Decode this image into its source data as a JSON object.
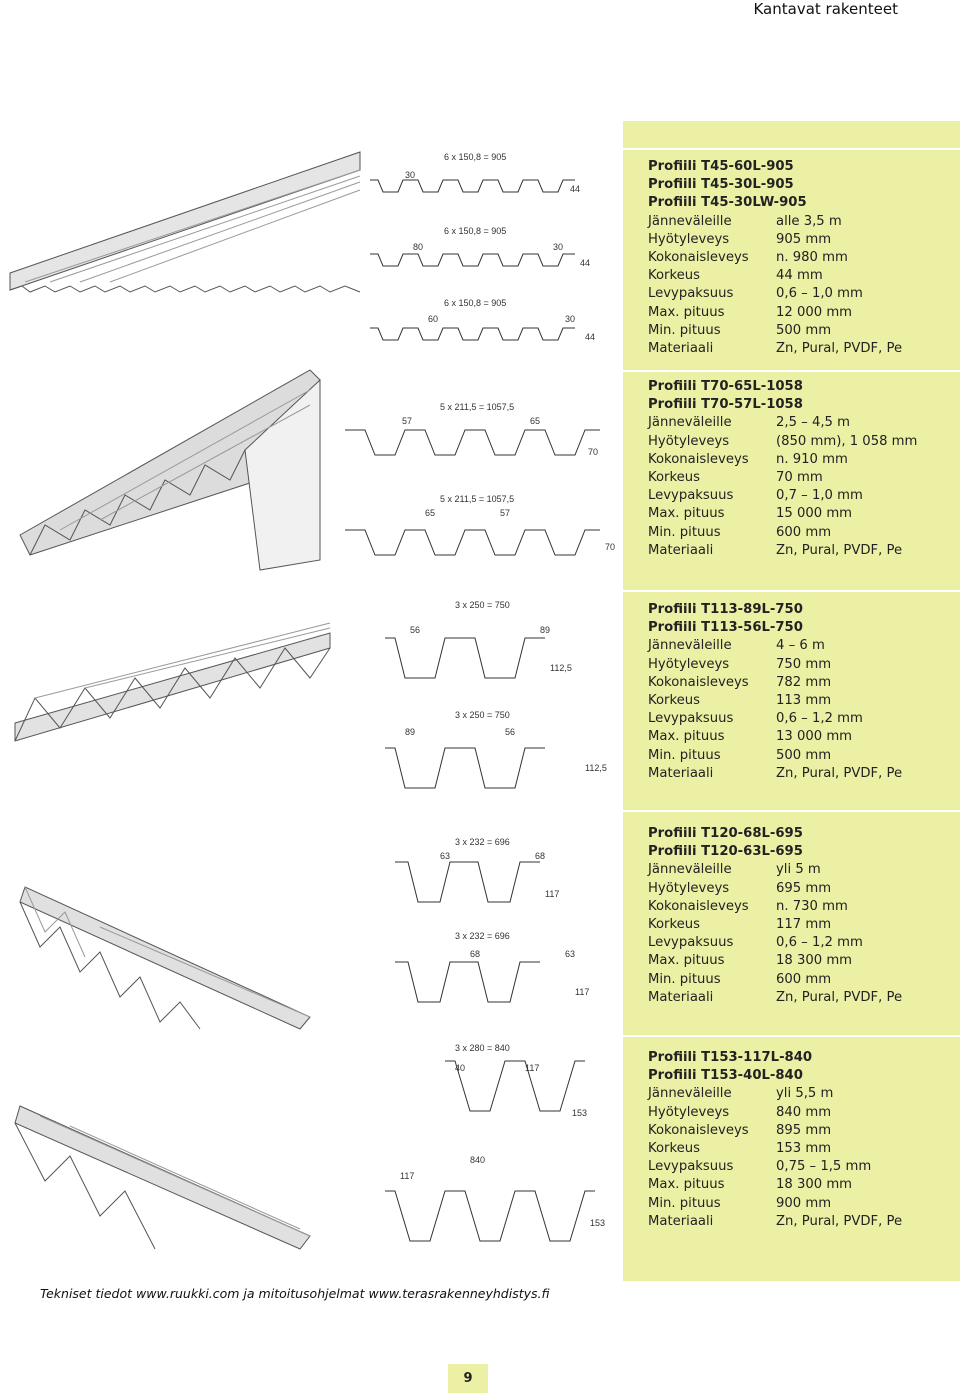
{
  "header": {
    "title": "Kantavat rakenteet"
  },
  "profiles": [
    {
      "names": [
        "Profiili T45-60L-905",
        "Profiili T45-30L-905",
        "Profiili T45-30LW-905"
      ],
      "specs": [
        {
          "label": "Jänneväleille",
          "value": "alle 3,5 m"
        },
        {
          "label": "Hyötyleveys",
          "value": "905 mm"
        },
        {
          "label": "Kokonaisleveys",
          "value": "n. 980 mm"
        },
        {
          "label": "Korkeus",
          "value": "44 mm"
        },
        {
          "label": "Levypaksuus",
          "value": "0,6 – 1,0 mm"
        },
        {
          "label": "Max. pituus",
          "value": "12 000 mm"
        },
        {
          "label": "Min. pituus",
          "value": "500 mm"
        },
        {
          "label": "Materiaali",
          "value": "Zn, Pural, PVDF, Pe"
        }
      ],
      "drawing_labels": [
        "6 x 150,8 = 905",
        "30",
        "44",
        "6 x 150,8 = 905",
        "80",
        "30",
        "44",
        "6 x 150,8 = 905",
        "60",
        "30",
        "44"
      ]
    },
    {
      "names": [
        "Profiili T70-65L-1058",
        "Profiili T70-57L-1058"
      ],
      "specs": [
        {
          "label": "Jänneväleille",
          "value": "2,5 – 4,5 m"
        },
        {
          "label": "Hyötyleveys",
          "value": "(850 mm), 1 058 mm"
        },
        {
          "label": "Kokonaisleveys",
          "value": "n. 910 mm"
        },
        {
          "label": "Korkeus",
          "value": "70 mm"
        },
        {
          "label": "Levypaksuus",
          "value": "0,7 – 1,0 mm"
        },
        {
          "label": "Max. pituus",
          "value": "15 000 mm"
        },
        {
          "label": "Min. pituus",
          "value": "600 mm"
        },
        {
          "label": "Materiaali",
          "value": "Zn, Pural, PVDF, Pe"
        }
      ],
      "drawing_labels": [
        "5 x 211,5 = 1057,5",
        "57",
        "65",
        "70",
        "5 x 211,5 = 1057,5",
        "65",
        "57",
        "70"
      ]
    },
    {
      "names": [
        "Profiili T113-89L-750",
        "Profiili T113-56L-750"
      ],
      "specs": [
        {
          "label": "Jänneväleille",
          "value": "4 – 6 m"
        },
        {
          "label": "Hyötyleveys",
          "value": "750 mm"
        },
        {
          "label": "Kokonaisleveys",
          "value": "782 mm"
        },
        {
          "label": "Korkeus",
          "value": "113 mm"
        },
        {
          "label": "Levypaksuus",
          "value": "0,6 – 1,2 mm"
        },
        {
          "label": "Max. pituus",
          "value": "13 000 mm"
        },
        {
          "label": "Min. pituus",
          "value": "500 mm"
        },
        {
          "label": "Materiaali",
          "value": "Zn, Pural, PVDF, Pe"
        }
      ],
      "drawing_labels": [
        "3 x 250 = 750",
        "56",
        "89",
        "112,5",
        "3 x 250 = 750",
        "89",
        "56",
        "112,5"
      ]
    },
    {
      "names": [
        "Profiili T120-68L-695",
        "Profiili T120-63L-695"
      ],
      "specs": [
        {
          "label": "Jänneväleille",
          "value": "yli 5 m"
        },
        {
          "label": "Hyötyleveys",
          "value": "695 mm"
        },
        {
          "label": "Kokonaisleveys",
          "value": "n. 730 mm"
        },
        {
          "label": "Korkeus",
          "value": "117 mm"
        },
        {
          "label": "Levypaksuus",
          "value": "0,6 – 1,2 mm"
        },
        {
          "label": "Max. pituus",
          "value": "18 300 mm"
        },
        {
          "label": "Min. pituus",
          "value": "600 mm"
        },
        {
          "label": "Materiaali",
          "value": "Zn, Pural, PVDF, Pe"
        }
      ],
      "drawing_labels": [
        "3 x 232 = 696",
        "63",
        "68",
        "117",
        "3 x 232 = 696",
        "68",
        "63",
        "117"
      ]
    },
    {
      "names": [
        "Profiili T153-117L-840",
        "Profiili T153-40L-840"
      ],
      "specs": [
        {
          "label": "Jänneväleille",
          "value": "yli 5,5 m"
        },
        {
          "label": "Hyötyleveys",
          "value": "840 mm"
        },
        {
          "label": "Kokonaisleveys",
          "value": "895 mm"
        },
        {
          "label": "Korkeus",
          "value": "153 mm"
        },
        {
          "label": "Levypaksuus",
          "value": "0,75 – 1,5 mm"
        },
        {
          "label": "Max. pituus",
          "value": "18 300 mm"
        },
        {
          "label": "Min. pituus",
          "value": "900 mm"
        },
        {
          "label": "Materiaali",
          "value": "Zn, Pural, PVDF, Pe"
        }
      ],
      "drawing_labels": [
        "3 x 280 = 840",
        "40",
        "117",
        "153",
        "840",
        "117",
        "153"
      ]
    }
  ],
  "footer": {
    "note": "Tekniset tiedot www.ruukki.com ja mitoitusohjelmat www.terasrakenneyhdistys.fi"
  },
  "page": {
    "number": "9"
  },
  "colors": {
    "panel": "#ecf0a4",
    "sheet_light": "#e6e6e6",
    "sheet_dark": "#8a8a8a",
    "line": "#333333"
  }
}
